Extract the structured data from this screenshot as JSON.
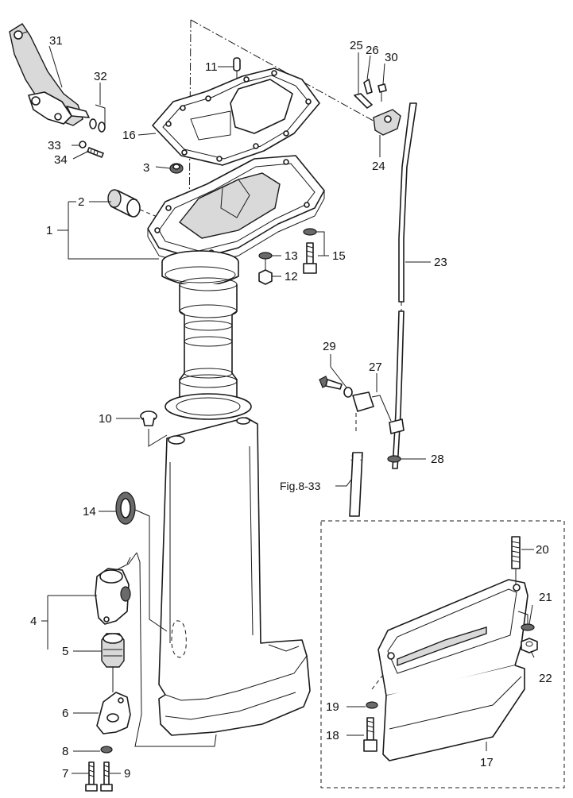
{
  "callouts": {
    "c1": "1",
    "c2": "2",
    "c3": "3",
    "c4": "4",
    "c5": "5",
    "c6": "6",
    "c7": "7",
    "c8": "8",
    "c9": "9",
    "c10": "10",
    "c11": "11",
    "c12": "12",
    "c13": "13",
    "c14": "14",
    "c15": "15",
    "c16": "16",
    "c17": "17",
    "c18": "18",
    "c19": "19",
    "c20": "20",
    "c21": "21",
    "c22": "22",
    "c23": "23",
    "c24": "24",
    "c25": "25",
    "c26": "26",
    "c27": "27",
    "c28": "28",
    "c29": "29",
    "c30": "30",
    "c31": "31",
    "c32": "32",
    "c33": "33",
    "c34": "34"
  },
  "figure_ref": "Fig.8-33"
}
